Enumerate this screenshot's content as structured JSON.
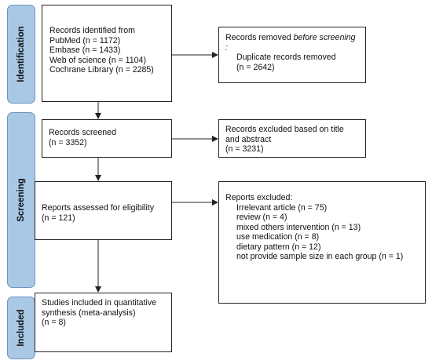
{
  "phases": {
    "identification": "Identification",
    "screening": "Screening",
    "included": "Included"
  },
  "identified": {
    "title": "Records identified from",
    "sources": [
      "PubMed (n = 1172)",
      "Embase (n = 1433)",
      "Web of science (n = 1104)",
      "Cochrane Library (n = 2285)"
    ]
  },
  "removed": {
    "title_prefix": "Records removed ",
    "title_italic": "before screening",
    "title_suffix": ":",
    "detail": "Duplicate records removed",
    "count": "(n = 2642)"
  },
  "screened": {
    "title": "Records screened",
    "count": "(n = 3352)"
  },
  "excluded_title": {
    "line1": "Records excluded based on title",
    "line2": "and abstract",
    "count": "(n = 3231)"
  },
  "assessed": {
    "title": "Reports assessed for eligibility",
    "count": "(n = 121)"
  },
  "reports_excluded": {
    "title": "Reports excluded:",
    "reasons": [
      "Irrelevant article (n = 75)",
      "review (n = 4)",
      "mixed others intervention (n = 13)",
      "use medication (n = 8)",
      "dietary pattern (n = 12)",
      "not provide sample size in each group (n = 1)"
    ]
  },
  "included": {
    "line1": "Studies included in quantitative",
    "line2": "synthesis (meta-analysis)",
    "count": "(n = 8)"
  }
}
